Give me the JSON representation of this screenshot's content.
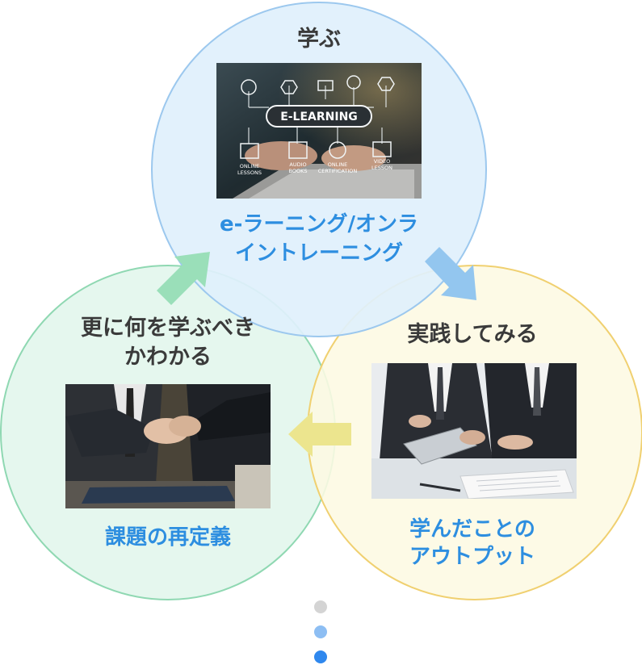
{
  "circles": {
    "top": {
      "title": "学ぶ",
      "caption_line1": "e-ラーニング/オンラ",
      "caption_line2": "イントレーニング",
      "photo_labels": {
        "banner": "E-LEARNING",
        "lessons1": "ONLINE",
        "lessons2": "LESSONS",
        "books1": "AUDIO",
        "books2": "BOOKS",
        "cert1": "ONLINE",
        "cert2": "CERTIFICATION",
        "video1": "VIDEO",
        "video2": "LESSON"
      }
    },
    "right": {
      "title": "実践してみる",
      "caption_line1": "学んだことの",
      "caption_line2": "アウトプット"
    },
    "left": {
      "title_line1": "更に何を学ぶべき",
      "title_line2": "かわかる",
      "caption": "課題の再定義"
    }
  },
  "colors": {
    "top_fill": "#e0f0fc",
    "top_border": "#9cc8ee",
    "left_fill": "#e2f6ec",
    "left_border": "#8fd8b2",
    "right_fill": "#fdf9e2",
    "right_border": "#f0d070",
    "caption_blue": "#2d8ee0",
    "arrow_green": "#9adfb9",
    "arrow_blue": "#93c6ef",
    "arrow_yellow": "#ece58e",
    "dot_gray": "#d4d4d4",
    "dot_light_blue": "#8dbef3",
    "dot_blue": "#2f88ee"
  },
  "icons": {
    "cycle_arrow_1": "arrow-up-right-icon",
    "cycle_arrow_2": "arrow-down-right-icon",
    "cycle_arrow_3": "arrow-left-icon"
  }
}
